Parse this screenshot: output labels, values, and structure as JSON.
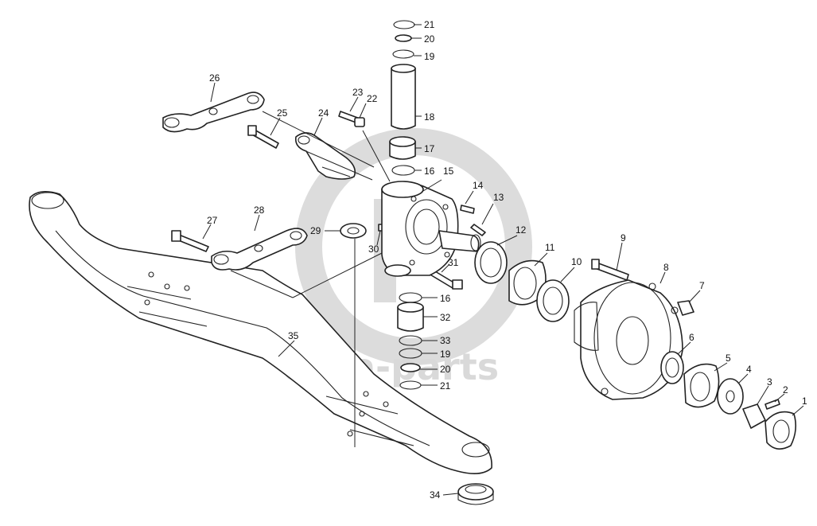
{
  "watermark": {
    "text": "data-parts",
    "color": "#d9d9d9"
  },
  "labels": {
    "l1": "1",
    "l2": "2",
    "l3": "3",
    "l4": "4",
    "l5": "5",
    "l6": "6",
    "l7": "7",
    "l8": "8",
    "l9": "9",
    "l10": "10",
    "l11": "11",
    "l12": "12",
    "l13": "13",
    "l14": "14",
    "l15": "15",
    "l16a": "16",
    "l16b": "16",
    "l17": "17",
    "l18": "18",
    "l19a": "19",
    "l19b": "19",
    "l20a": "20",
    "l20b": "20",
    "l21a": "21",
    "l21b": "21",
    "l22": "22",
    "l23": "23",
    "l24": "24",
    "l25": "25",
    "l26": "26",
    "l27": "27",
    "l28": "28",
    "l29": "29",
    "l30": "30",
    "l31": "31",
    "l32": "32",
    "l33": "33",
    "l34": "34",
    "l35": "35"
  }
}
